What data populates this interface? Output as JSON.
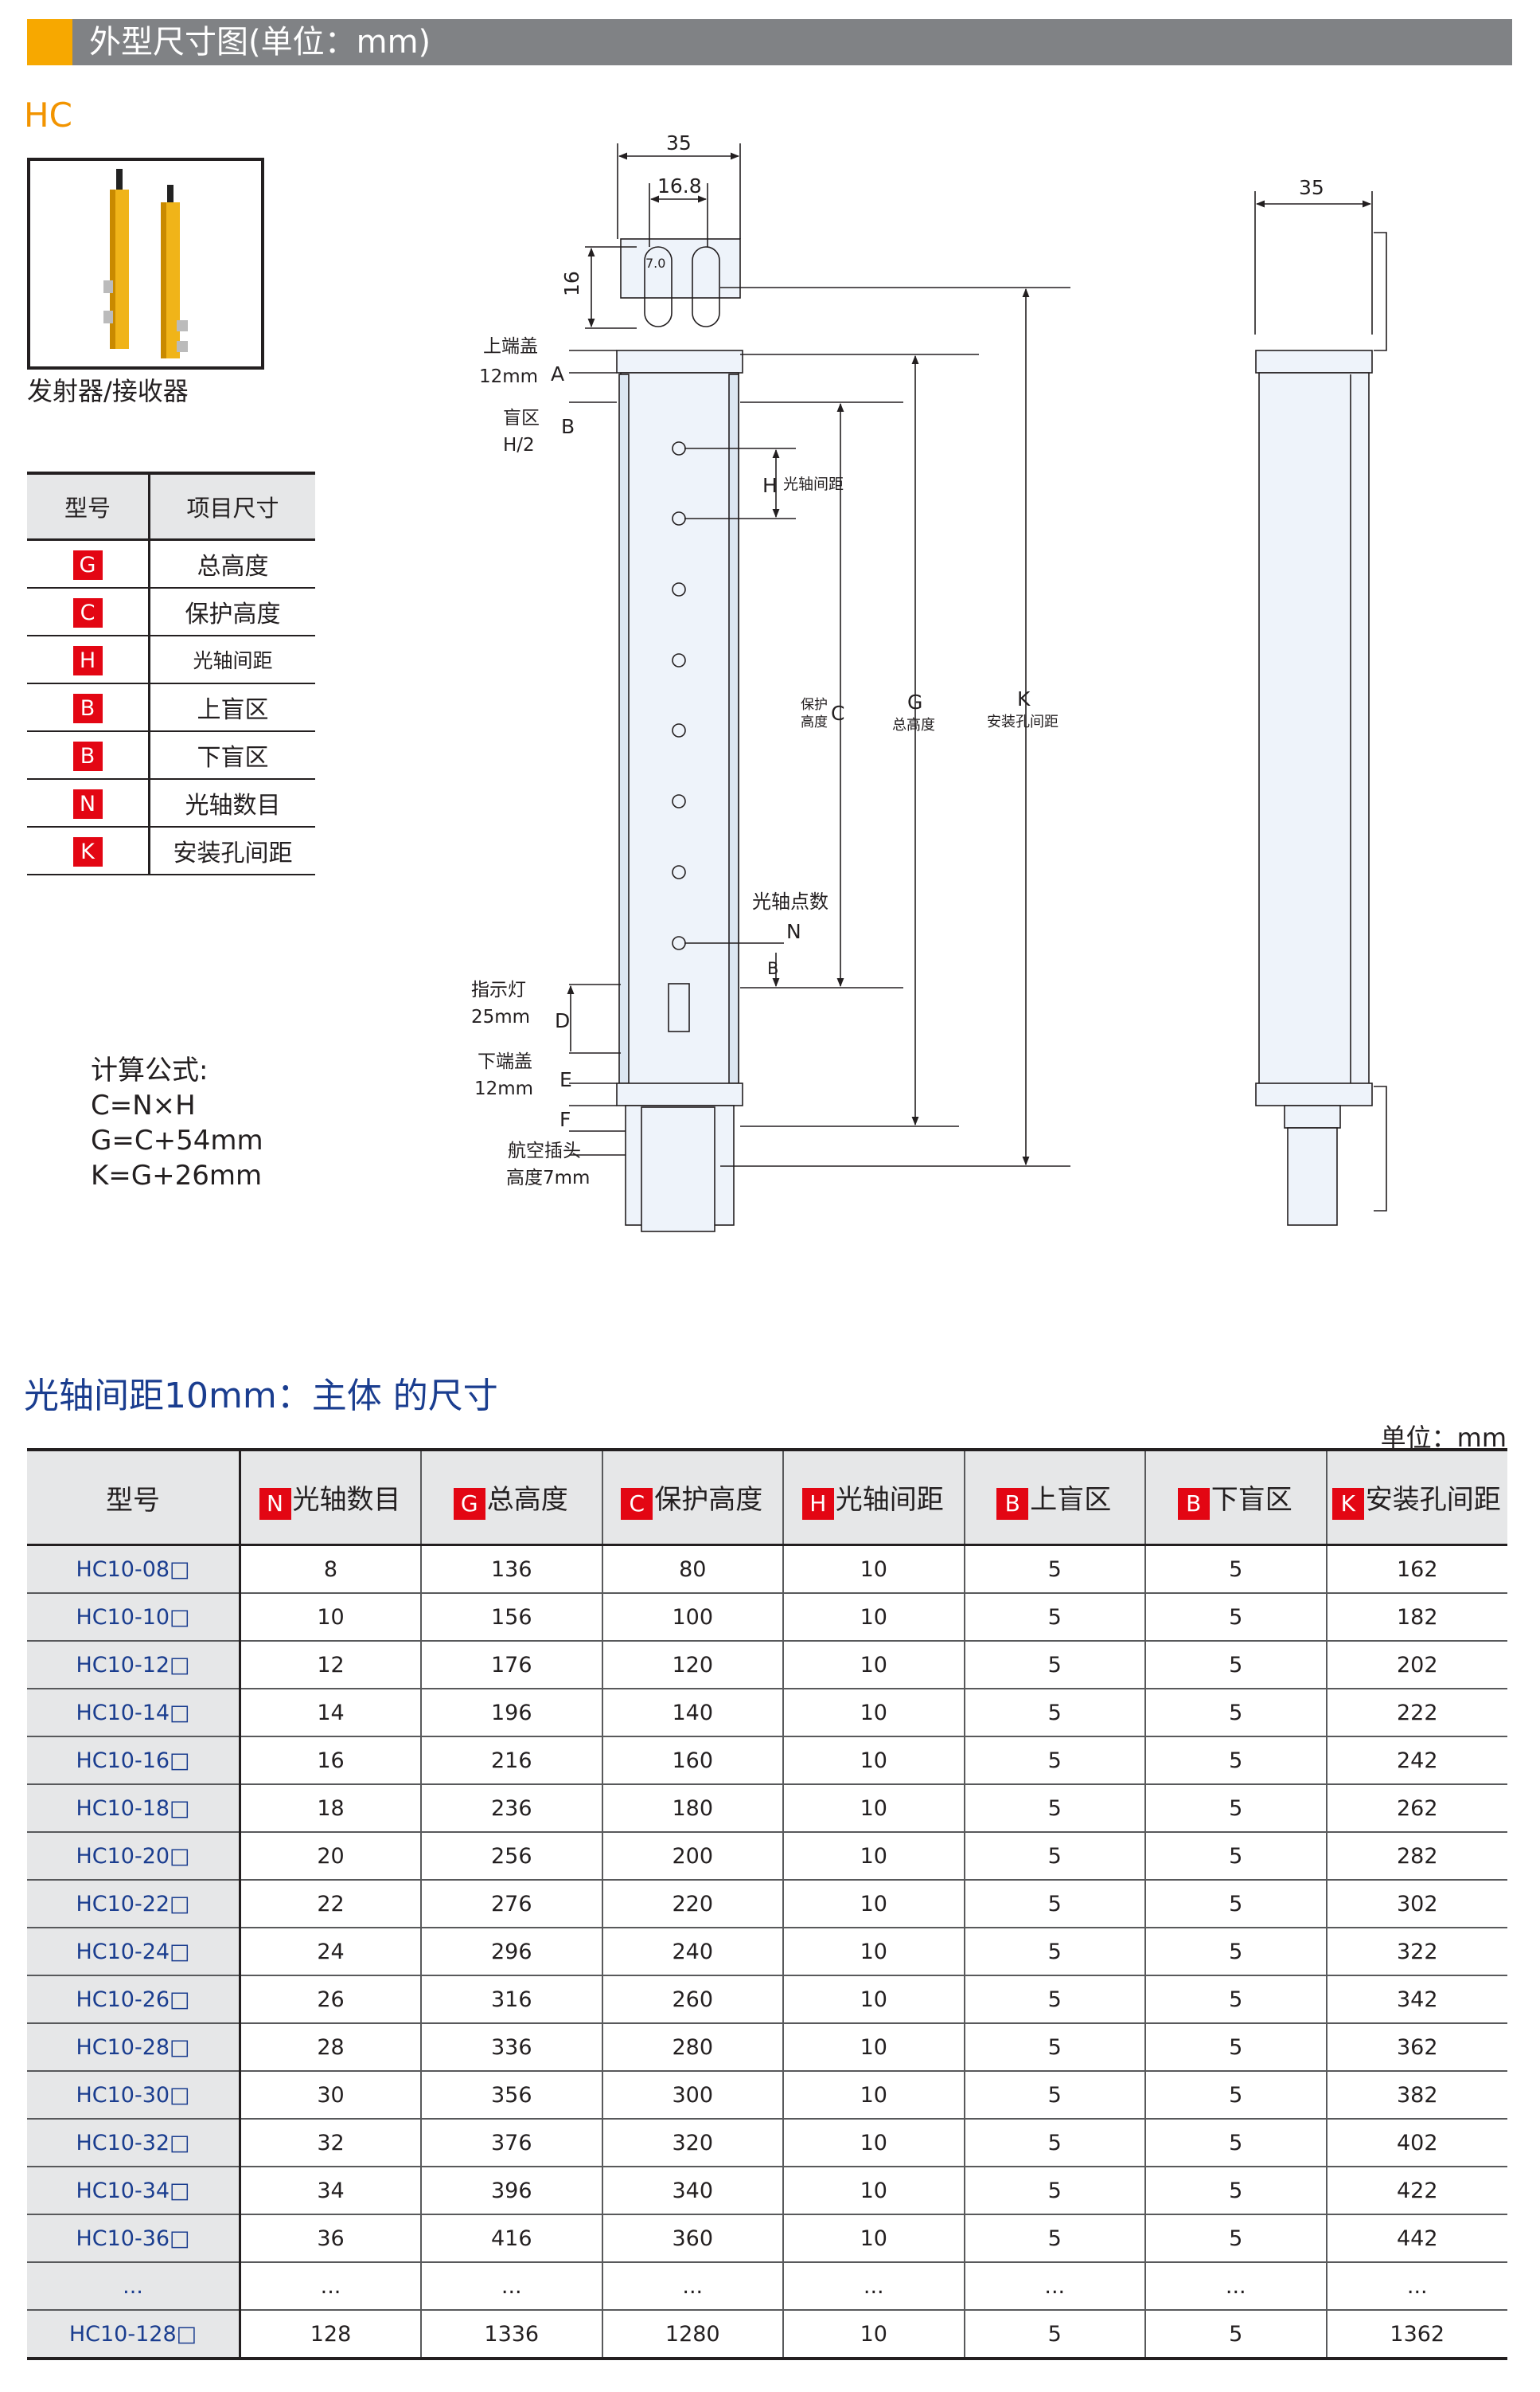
{
  "header": {
    "title": "外型尺寸图(单位：mm)",
    "model": "HC",
    "photo_caption": "发射器/接收器"
  },
  "legend": {
    "columns": [
      "型号",
      "项目尺寸"
    ],
    "rows": [
      {
        "badge": "G",
        "label": "总高度"
      },
      {
        "badge": "C",
        "label": "保护高度"
      },
      {
        "badge": "H",
        "label": "光轴间距"
      },
      {
        "badge": "B",
        "label": "上盲区"
      },
      {
        "badge": "B",
        "label": "下盲区"
      },
      {
        "badge": "N",
        "label": "光轴数目"
      },
      {
        "badge": "K",
        "label": "安装孔间距"
      }
    ]
  },
  "formula": {
    "title": "计算公式:",
    "lines": [
      "C=N×H",
      "G=C+54mm",
      "K=G+26mm"
    ]
  },
  "drawing": {
    "dim_35": "35",
    "dim_16_8": "16.8",
    "dim_16": "16",
    "dim_7": "7.0",
    "top_cap": "上端盖",
    "top_cap_mm": "12mm",
    "A": "A",
    "blind": "盲区",
    "blind_h2": "H/2",
    "B": "B",
    "H": "H",
    "H_label": "光轴间距",
    "C": "C",
    "C_label1": "保护",
    "C_label2": "高度",
    "G": "G",
    "G_label": "总高度",
    "K": "K",
    "K_label": "安装孔间距",
    "axis_count": "光轴点数",
    "N": "N",
    "indicator": "指示灯",
    "indicator_mm": "25mm",
    "D": "D",
    "bottom_cap": "下端盖",
    "bottom_cap_mm": "12mm",
    "E": "E",
    "F": "F",
    "plug": "航空插头",
    "plug_h": "高度7mm",
    "side_35": "35"
  },
  "spec": {
    "title": "光轴间距10mm：主体 的尺寸",
    "unit": "单位：mm",
    "columns": [
      {
        "badge": "",
        "label": "型号"
      },
      {
        "badge": "N",
        "label": "光轴数目"
      },
      {
        "badge": "G",
        "label": "总高度"
      },
      {
        "badge": "C",
        "label": "保护高度"
      },
      {
        "badge": "H",
        "label": "光轴间距"
      },
      {
        "badge": "B",
        "label": "上盲区"
      },
      {
        "badge": "B",
        "label": "下盲区"
      },
      {
        "badge": "K",
        "label": "安装孔间距"
      }
    ],
    "rows": [
      [
        "HC10-08□",
        "8",
        "136",
        "80",
        "10",
        "5",
        "5",
        "162"
      ],
      [
        "HC10-10□",
        "10",
        "156",
        "100",
        "10",
        "5",
        "5",
        "182"
      ],
      [
        "HC10-12□",
        "12",
        "176",
        "120",
        "10",
        "5",
        "5",
        "202"
      ],
      [
        "HC10-14□",
        "14",
        "196",
        "140",
        "10",
        "5",
        "5",
        "222"
      ],
      [
        "HC10-16□",
        "16",
        "216",
        "160",
        "10",
        "5",
        "5",
        "242"
      ],
      [
        "HC10-18□",
        "18",
        "236",
        "180",
        "10",
        "5",
        "5",
        "262"
      ],
      [
        "HC10-20□",
        "20",
        "256",
        "200",
        "10",
        "5",
        "5",
        "282"
      ],
      [
        "HC10-22□",
        "22",
        "276",
        "220",
        "10",
        "5",
        "5",
        "302"
      ],
      [
        "HC10-24□",
        "24",
        "296",
        "240",
        "10",
        "5",
        "5",
        "322"
      ],
      [
        "HC10-26□",
        "26",
        "316",
        "260",
        "10",
        "5",
        "5",
        "342"
      ],
      [
        "HC10-28□",
        "28",
        "336",
        "280",
        "10",
        "5",
        "5",
        "362"
      ],
      [
        "HC10-30□",
        "30",
        "356",
        "300",
        "10",
        "5",
        "5",
        "382"
      ],
      [
        "HC10-32□",
        "32",
        "376",
        "320",
        "10",
        "5",
        "5",
        "402"
      ],
      [
        "HC10-34□",
        "34",
        "396",
        "340",
        "10",
        "5",
        "5",
        "422"
      ],
      [
        "HC10-36□",
        "36",
        "416",
        "360",
        "10",
        "5",
        "5",
        "442"
      ],
      [
        "...",
        "...",
        "...",
        "...",
        "...",
        "...",
        "...",
        "..."
      ],
      [
        "HC10-128□",
        "128",
        "1336",
        "1280",
        "10",
        "5",
        "5",
        "1362"
      ]
    ]
  }
}
